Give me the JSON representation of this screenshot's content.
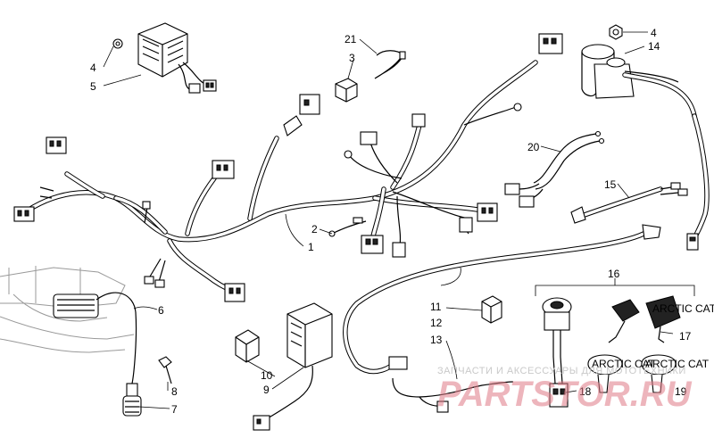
{
  "callouts": [
    {
      "id": "c4a",
      "label": "4"
    },
    {
      "id": "c5",
      "label": "5"
    },
    {
      "id": "c21",
      "label": "21"
    },
    {
      "id": "c3",
      "label": "3"
    },
    {
      "id": "c4b",
      "label": "4"
    },
    {
      "id": "c14",
      "label": "14"
    },
    {
      "id": "c20",
      "label": "20"
    },
    {
      "id": "c15",
      "label": "15"
    },
    {
      "id": "c2",
      "label": "2"
    },
    {
      "id": "c1",
      "label": "1"
    },
    {
      "id": "c16",
      "label": "16"
    },
    {
      "id": "c6",
      "label": "6"
    },
    {
      "id": "c11",
      "label": "11"
    },
    {
      "id": "c12",
      "label": "12"
    },
    {
      "id": "c13",
      "label": "13"
    },
    {
      "id": "c17",
      "label": "17"
    },
    {
      "id": "c10",
      "label": "10"
    },
    {
      "id": "c9",
      "label": "9"
    },
    {
      "id": "c8",
      "label": "8"
    },
    {
      "id": "c7",
      "label": "7"
    },
    {
      "id": "c18",
      "label": "18"
    },
    {
      "id": "c19",
      "label": "19"
    }
  ],
  "watermark": {
    "subtitle": "ЗАПЧАСТИ И АКСЕССУАРЫ ДЛЯ МОТОТЕХНИКИ",
    "brand": "PARTSTOR.RU"
  },
  "key_logos": {
    "text": "ARCTIC CAT"
  }
}
